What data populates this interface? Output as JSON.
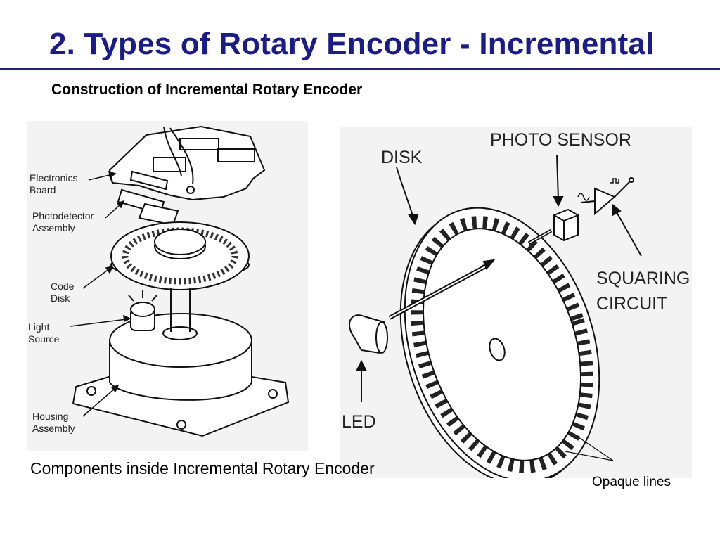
{
  "slide": {
    "title": "2. Types of Rotary Encoder - Incremental",
    "subtitle": "Construction of Incremental Rotary Encoder",
    "caption_left": "Components inside Incremental Rotary Encoder",
    "caption_right": "Opaque lines"
  },
  "left_figure": {
    "labels": {
      "electronics_board": [
        "Electronics",
        "Board"
      ],
      "photodetector_assembly": [
        "Photodetector",
        "Assembly"
      ],
      "code_disk": [
        "Code",
        "Disk"
      ],
      "light_source": [
        "Light",
        "Source"
      ],
      "housing_assembly": [
        "Housing",
        "Assembly"
      ]
    }
  },
  "right_figure": {
    "labels": {
      "disk": "DISK",
      "photo_sensor": "PHOTO SENSOR",
      "squaring_circuit": [
        "SQUARING",
        "CIRCUIT"
      ],
      "led": "LED"
    }
  },
  "colors": {
    "title": "#1b1c8c",
    "rule": "#23237f"
  }
}
